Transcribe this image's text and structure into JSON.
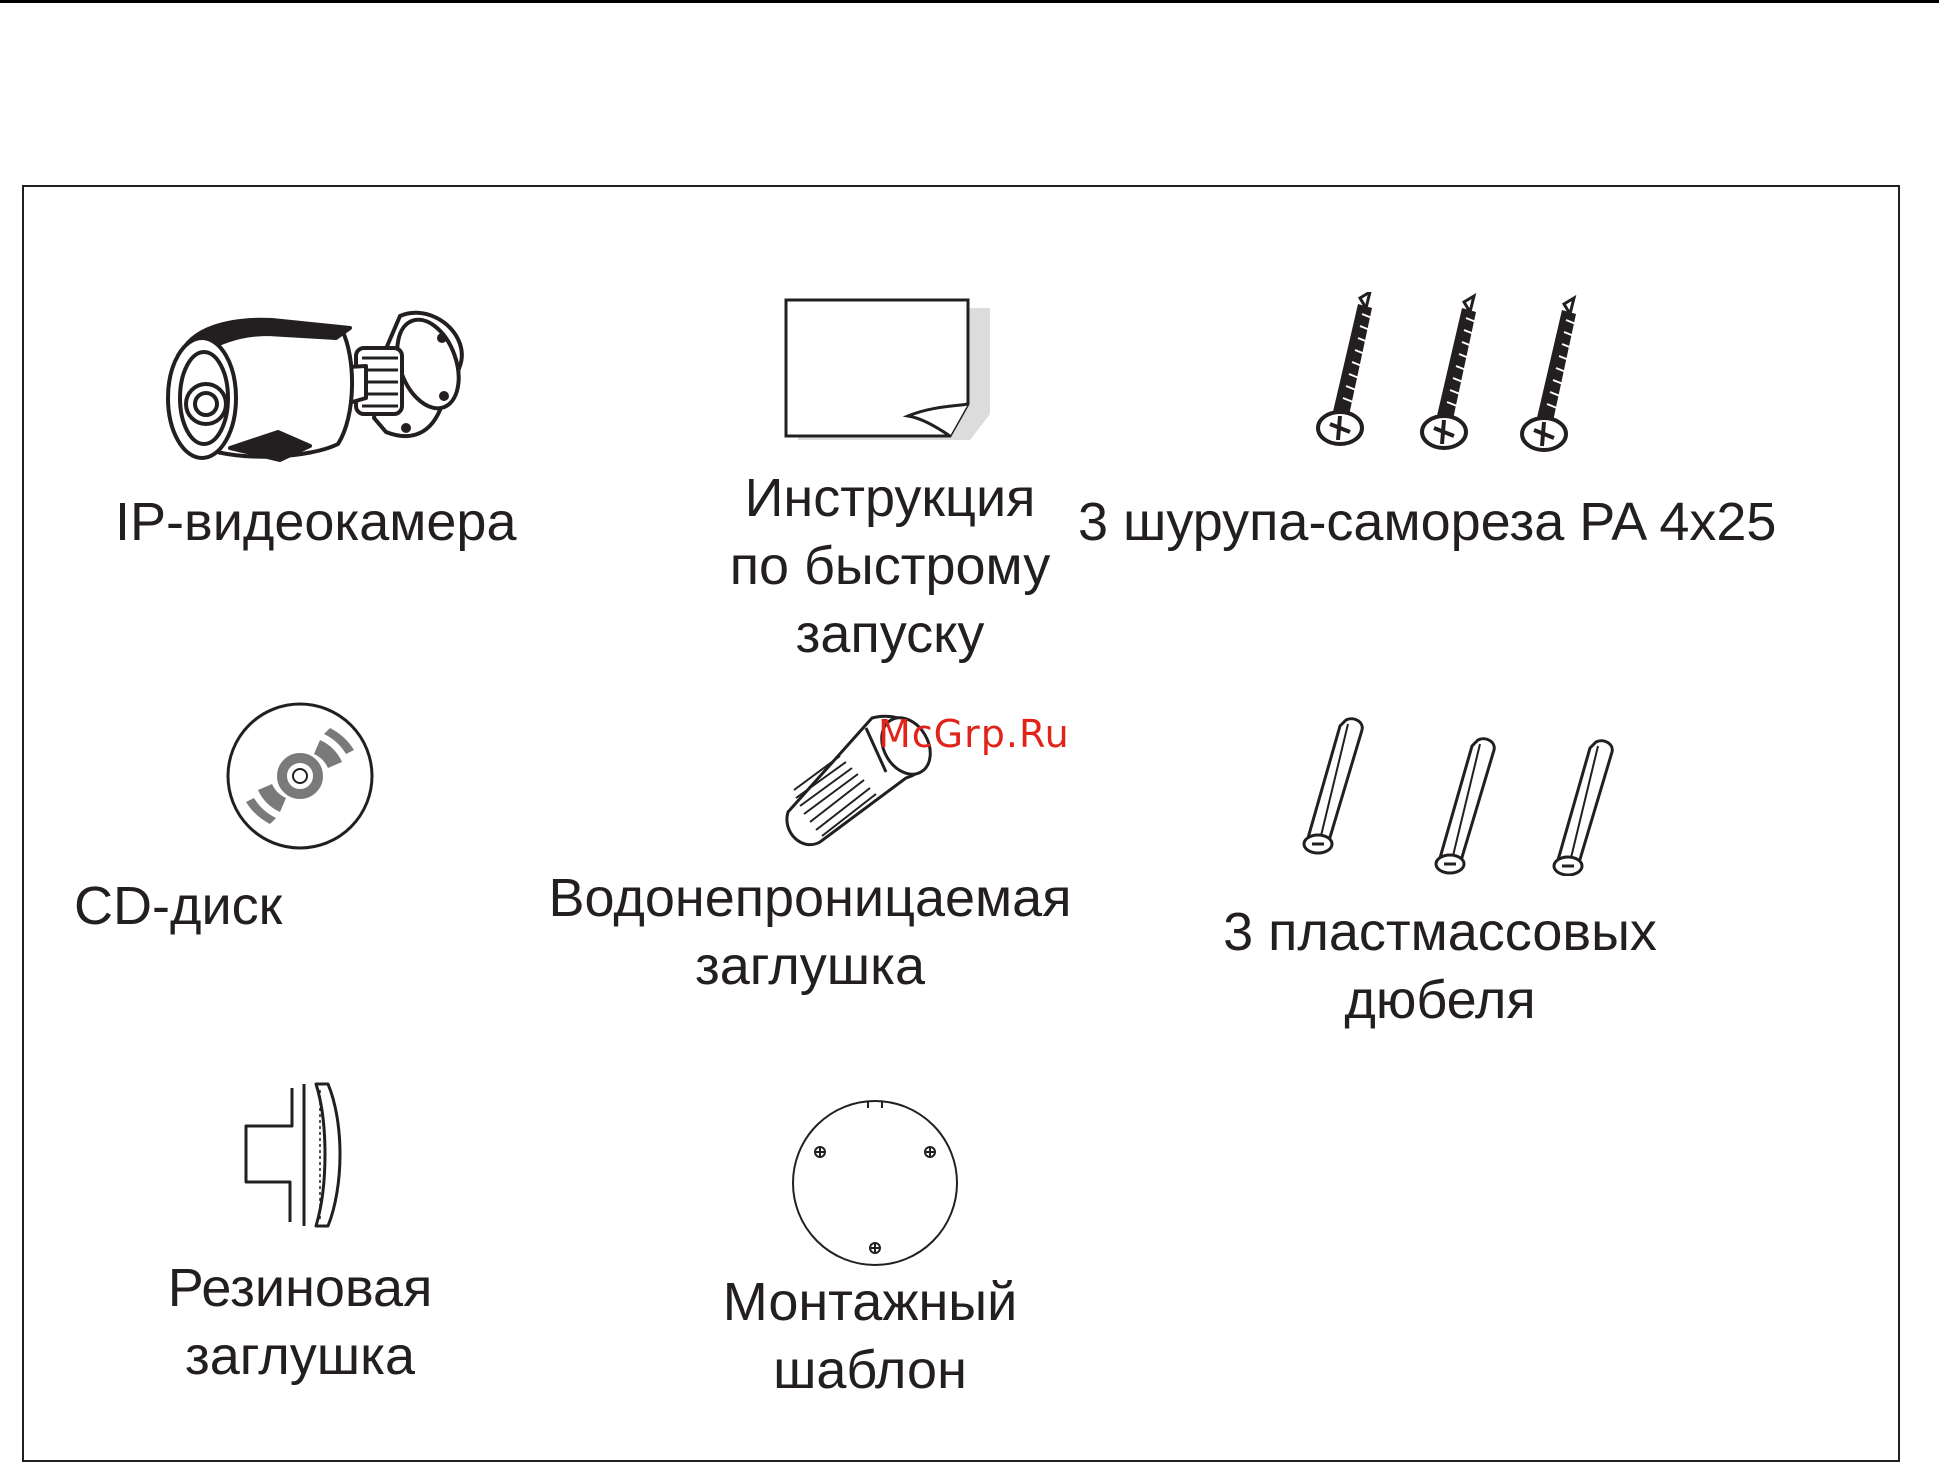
{
  "watermark": "McGrp.Ru",
  "items": [
    {
      "name": "ip-camera",
      "icon": "camera-icon",
      "lines": [
        "IP-видеокамера"
      ]
    },
    {
      "name": "quick-guide",
      "icon": "document-icon",
      "lines": [
        "Инструкция",
        "по быстрому",
        "запуску"
      ]
    },
    {
      "name": "screws",
      "icon": "screw-icon",
      "lines": [
        "3 шурупа-самореза PA 4x25"
      ]
    },
    {
      "name": "cd-disk",
      "icon": "cd-icon",
      "lines": [
        "CD-диск"
      ]
    },
    {
      "name": "waterproof-cap",
      "icon": "waterproof-cap-icon",
      "lines": [
        "Водонепроницаемая",
        "заглушка"
      ]
    },
    {
      "name": "plastic-anchors",
      "icon": "anchor-icon",
      "lines": [
        "3 пластмассовых",
        "дюбеля"
      ]
    },
    {
      "name": "rubber-plug",
      "icon": "rubber-plug-icon",
      "lines": [
        "Резиновая",
        "заглушка"
      ]
    },
    {
      "name": "mounting-template",
      "icon": "template-icon",
      "lines": [
        "Монтажный",
        "шаблон"
      ]
    }
  ]
}
